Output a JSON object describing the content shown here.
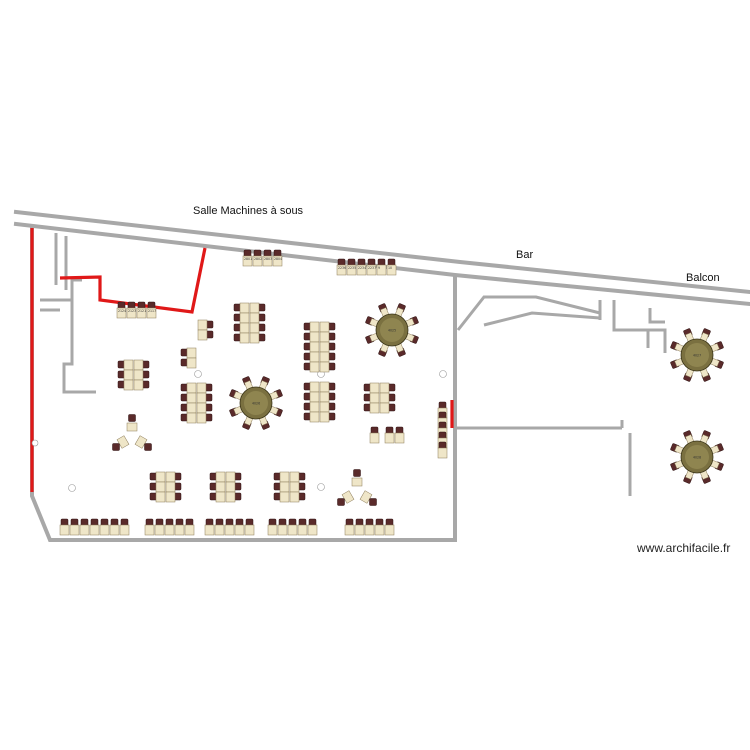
{
  "rooms": {
    "machines_label": "Salle Machines à sous",
    "bar_label": "Bar",
    "balcon_label": "Balcon"
  },
  "watermark": "www.archifacile.fr",
  "colors": {
    "wall": "#a8a8a8",
    "red_wall": "#e01818",
    "table": "#efe6c8",
    "chair": "#5a2a2a",
    "round_table": "#7a7040"
  },
  "furniture": {
    "machines_top_row": [
      "2801",
      "2802",
      "2803",
      "2804"
    ],
    "machines_top_right_row": [
      "2236",
      "2235",
      "2234",
      "2237",
      "9",
      "10"
    ],
    "machines_red_room_row": [
      "2124",
      "2123",
      "2121",
      "2117"
    ],
    "round_tables": [
      "4025",
      "4026",
      "4027",
      "4028",
      "4029"
    ]
  }
}
